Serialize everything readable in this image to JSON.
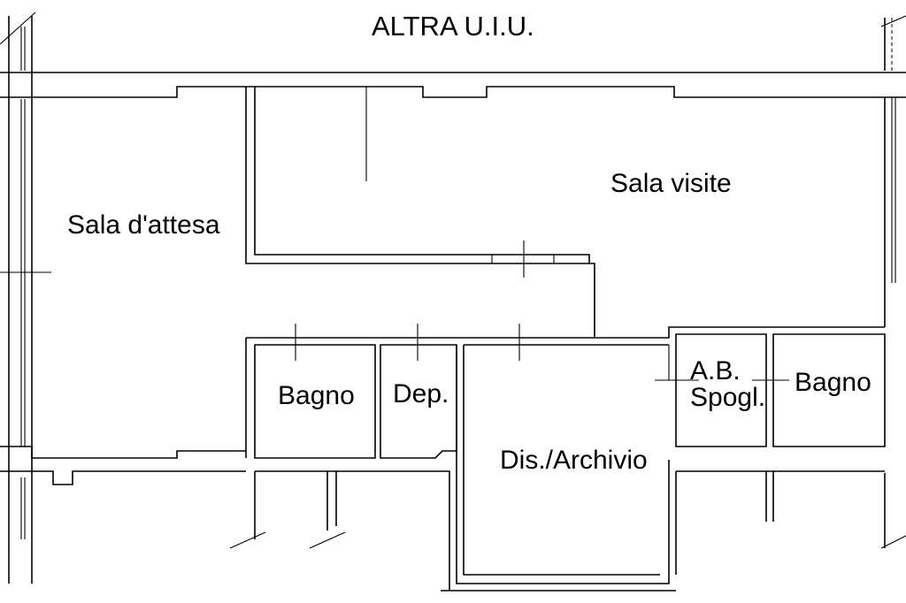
{
  "plan": {
    "header_label": "ALTRA U.I.U.",
    "rooms": {
      "sala_attesa": "Sala d'attesa",
      "sala_visite": "Sala visite",
      "bagno_1": "Bagno",
      "deposito": "Dep.",
      "archivio": "Dis./Archivio",
      "ab_line1": "A.B.",
      "ab_line2": "Spogl.",
      "bagno_2": "Bagno"
    }
  }
}
